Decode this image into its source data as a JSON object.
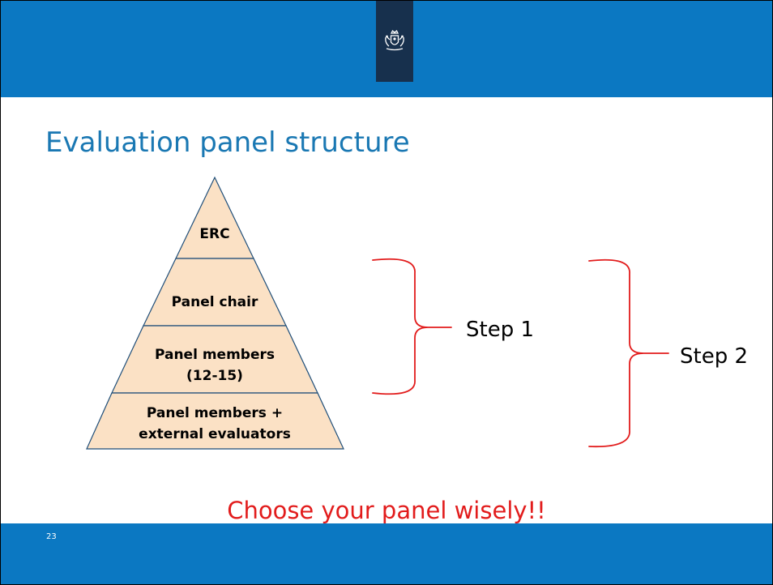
{
  "slide": {
    "title": "Evaluation panel structure",
    "tagline": "Choose your panel wisely!!",
    "page_number": "23"
  },
  "pyramid": {
    "tiers": [
      {
        "lines": [
          "ERC"
        ]
      },
      {
        "lines": [
          "Panel chair"
        ]
      },
      {
        "lines": [
          "Panel members",
          "(12-15)"
        ]
      },
      {
        "lines": [
          "Panel members +",
          "external evaluators"
        ]
      }
    ]
  },
  "steps": [
    {
      "label": "Step 1"
    },
    {
      "label": "Step 2"
    }
  ],
  "colors": {
    "header_blue": "#0b78c2",
    "logo_navy": "#17304d",
    "title_blue": "#1a78b3",
    "pyramid_fill": "#fbe1c5",
    "pyramid_stroke": "#1f4e79",
    "brace_red": "#e21c1c",
    "tagline_red": "#e21c1c"
  },
  "icons": {
    "logo": "coat-of-arms-icon"
  }
}
